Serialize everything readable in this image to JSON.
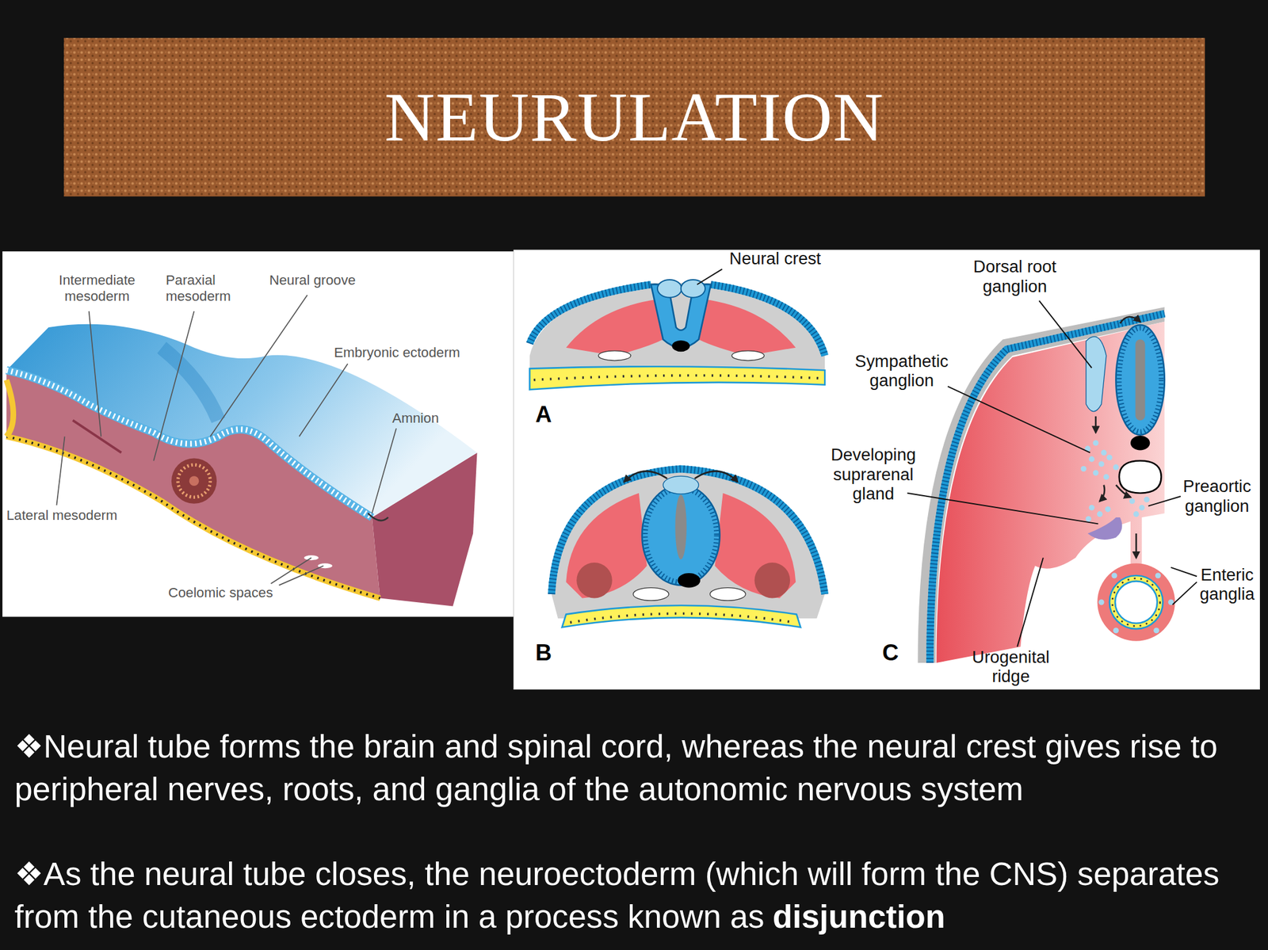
{
  "diagram": {
    "title": "NEURULATION",
    "labels": [
      "Intermediate mesoderm",
      "Paraxial mesoderm",
      "Neural groove",
      "Embryonic ectoderm",
      "Amnion",
      "Lateral mesoderm",
      "Coelomic spaces",
      "Neural crest",
      "Dorsal root ganglion",
      "Sympathetic ganglion",
      "Developing suprarenal gland",
      "Preaortic ganglion",
      "Enteric ganglia",
      "Urogenital ridge",
      "A",
      "B",
      "C",
      "❖Neural tube forms the brain and spinal cord, whereas the neural crest gives rise to peripheral nerves, roots, and ganglia of the autonomic nervous system",
      "❖As the neural tube closes, the neuroectoderm (which will form the CNS) separates from the cutaneous ectoderm in a process known as",
      "disjunction"
    ]
  }
}
